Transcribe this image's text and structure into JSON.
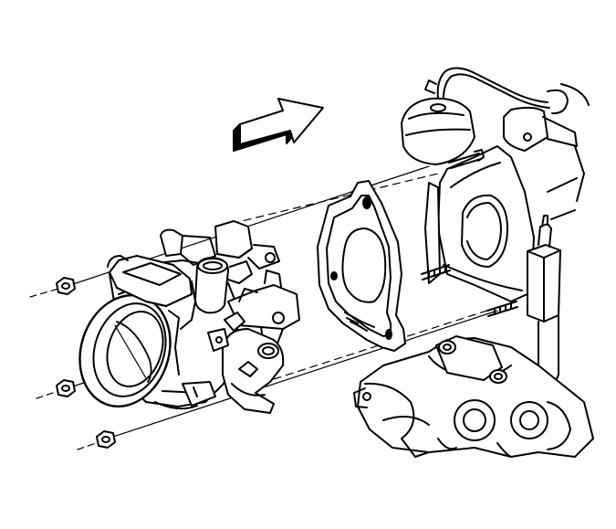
{
  "diagram": {
    "colors": {
      "ink": "#000000",
      "paper": "#ffffff",
      "shade": "#3a3a3a"
    },
    "parts": [
      "direction-arrow",
      "throttle-body",
      "throttle-body-gasket",
      "intake-manifold",
      "mounting-nuts",
      "mounting-studs",
      "alignment-lines"
    ]
  }
}
